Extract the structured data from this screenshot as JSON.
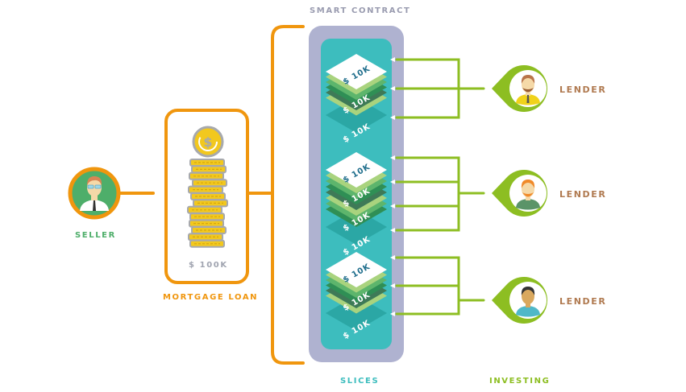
{
  "diagram": {
    "title": "SMART CONTRACT",
    "seller": {
      "label": "SELLER"
    },
    "mortgage_loan": {
      "label": "MORTGAGE LOAN",
      "amount": "$ 100K"
    },
    "slices": {
      "label": "SLICES",
      "groups": [
        {
          "slices": [
            "$ 10K",
            "$ 10K",
            "$ 10K"
          ]
        },
        {
          "slices": [
            "$ 10K",
            "$ 10K",
            "$ 10K",
            "$ 10K"
          ]
        },
        {
          "slices": [
            "$ 10K",
            "$ 10K",
            "$ 10K"
          ]
        }
      ]
    },
    "investing": {
      "label": "INVESTING"
    },
    "lenders": [
      {
        "label": "LENDER",
        "slice_count": 3
      },
      {
        "label": "LENDER",
        "slice_count": 4
      },
      {
        "label": "LENDER",
        "slice_count": 3
      }
    ],
    "colors": {
      "orange": "#F0960E",
      "green_line": "#8DBE22",
      "contract_frame": "#AFB2D0",
      "contract_inner": "#3DBDBE",
      "seller_label": "#4EAE6A",
      "slices_label": "#3DBDBE",
      "investing_label": "#8DBE22",
      "lender_label": "#B07A50",
      "title_label": "#9A9CB0",
      "amount_label": "#A0A4B0"
    }
  }
}
